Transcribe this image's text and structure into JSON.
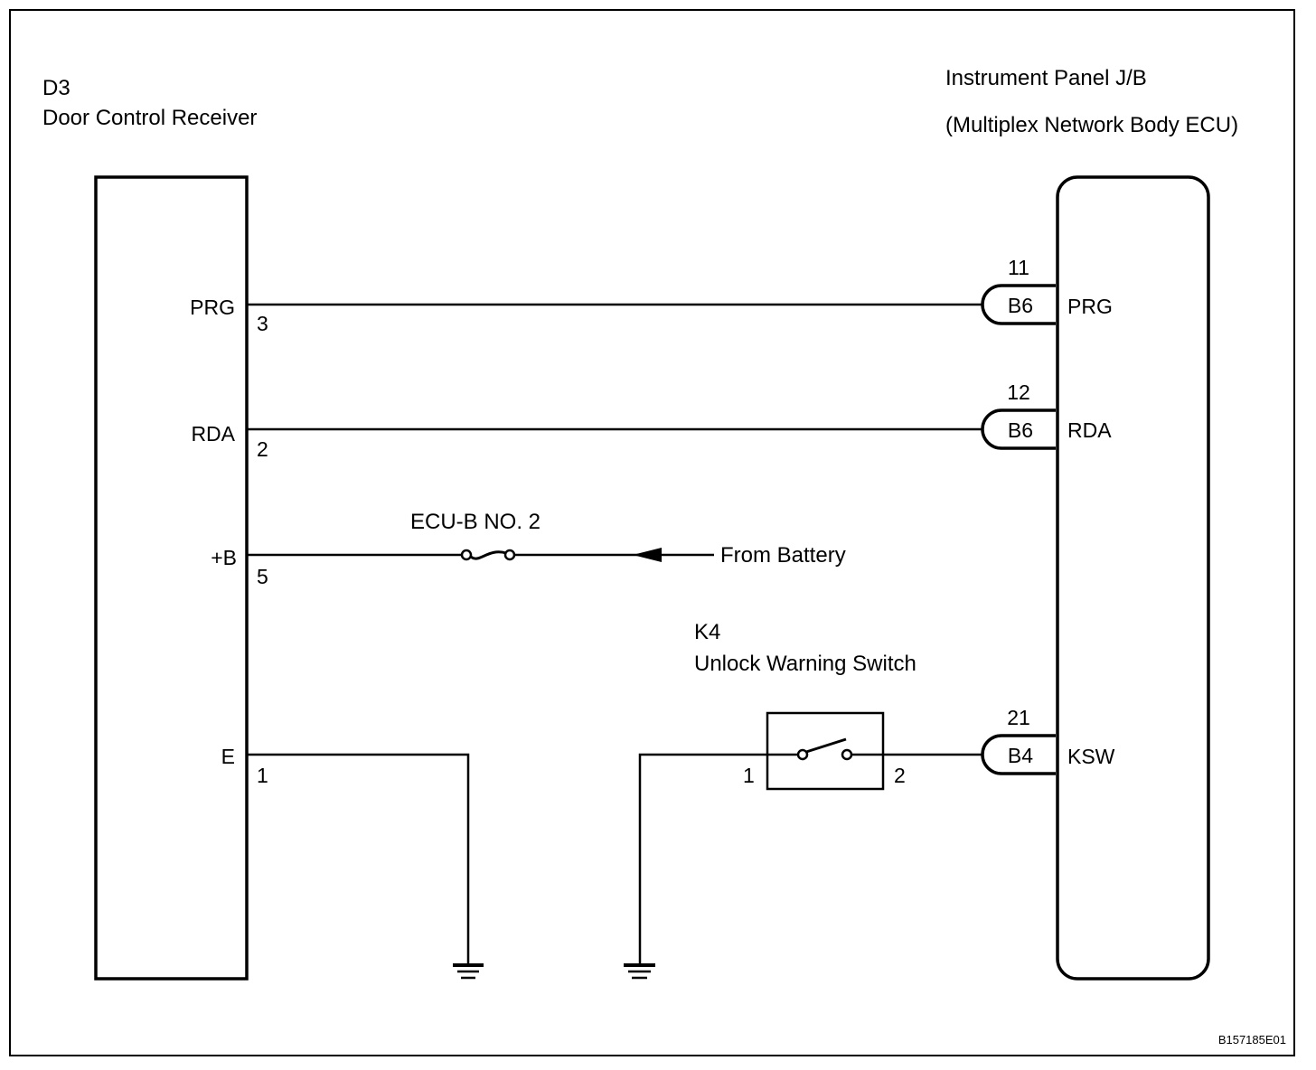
{
  "diagram": {
    "figure_id": "B157185E01",
    "left_component": {
      "code": "D3",
      "name": "Door Control Receiver",
      "pins": [
        {
          "signal": "PRG",
          "pin": "3"
        },
        {
          "signal": "RDA",
          "pin": "2"
        },
        {
          "signal": "+B",
          "pin": "5"
        },
        {
          "signal": "E",
          "pin": "1"
        }
      ]
    },
    "right_component": {
      "name_line1": "Instrument Panel J/B",
      "name_line2": "(Multiplex Network Body ECU)",
      "pins": [
        {
          "signal": "PRG",
          "connector": "B6",
          "pin": "11"
        },
        {
          "signal": "RDA",
          "connector": "B6",
          "pin": "12"
        },
        {
          "signal": "KSW",
          "connector": "B4",
          "pin": "21"
        }
      ]
    },
    "fuse": {
      "name": "ECU-B NO. 2",
      "icon": "fuse-icon"
    },
    "battery_source": {
      "label": "From Battery",
      "icon": "arrow-left-icon"
    },
    "switch": {
      "code": "K4",
      "name": "Unlock Warning Switch",
      "pin_left": "1",
      "pin_right": "2",
      "icon": "switch-open-icon"
    },
    "grounds": [
      {
        "icon": "ground-icon"
      },
      {
        "icon": "ground-icon"
      }
    ]
  }
}
